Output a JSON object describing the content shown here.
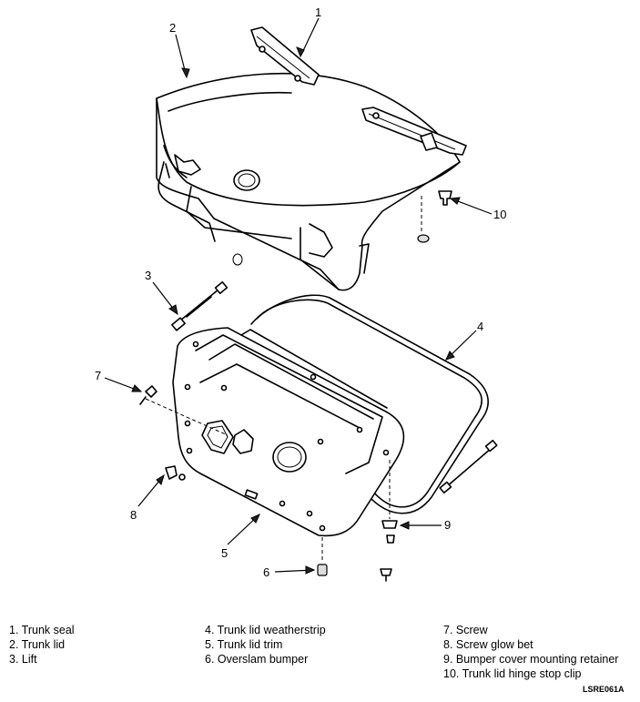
{
  "diagram": {
    "callouts": {
      "c1": "1",
      "c2": "2",
      "c3": "3",
      "c4": "4",
      "c5": "5",
      "c6": "6",
      "c7": "7",
      "c8": "8",
      "c9": "9",
      "c10": "10"
    }
  },
  "legend": {
    "items": [
      "1. Trunk seal",
      "2. Trunk lid",
      "3. Lift",
      "4. Trunk lid weatherstrip",
      "5. Trunk lid trim",
      "6. Overslam bumper",
      "7. Screw",
      "8. Screw glow bet",
      "9. Bumper cover mounting retainer",
      "10. Trunk lid hinge stop clip"
    ]
  },
  "reference_code": "LSRE061A"
}
